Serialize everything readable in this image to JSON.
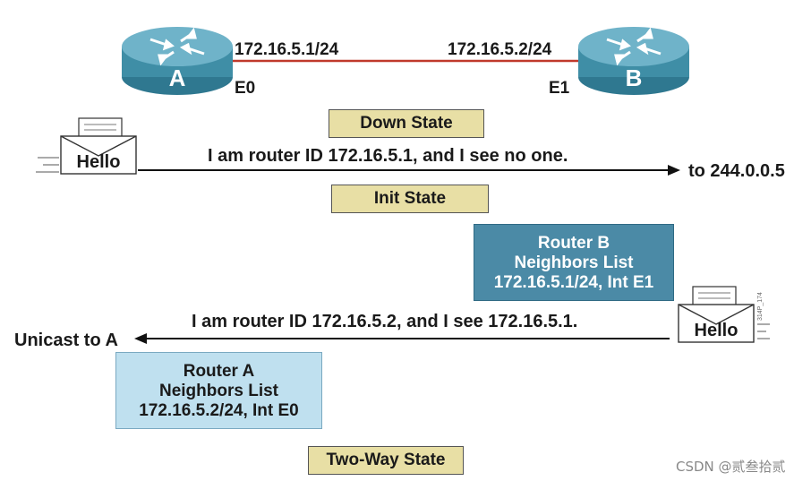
{
  "routers": {
    "a": {
      "label": "A",
      "ip": "172.16.5.1/24",
      "interface": "E0"
    },
    "b": {
      "label": "B",
      "ip": "172.16.5.2/24",
      "interface": "E1"
    }
  },
  "states": {
    "down": "Down State",
    "init": "Init State",
    "two_way": "Two-Way State"
  },
  "hello_a": {
    "envelope_label": "Hello",
    "message": "I am router ID 172.16.5.1, and I see no one.",
    "destination": "to 244.0.0.5"
  },
  "hello_b": {
    "envelope_label": "Hello",
    "message": "I am router ID 172.16.5.2, and I see 172.16.5.1.",
    "destination": "Unicast to A"
  },
  "neighbors_b": {
    "line1": "Router B",
    "line2": "Neighbors List",
    "line3": "172.16.5.1/24, Int E1"
  },
  "neighbors_a": {
    "line1": "Router A",
    "line2": "Neighbors List",
    "line3": "172.16.5.2/24, Int E0"
  },
  "figure_code": "314P_174",
  "watermark": "CSDN @贰叁拾贰",
  "colors": {
    "link": "#c0392b",
    "router_body": "#3f8ea6",
    "state_fill": "#e8dfa5",
    "neighbors_b_fill": "#4b8aa6",
    "neighbors_a_fill": "#bfe0ef"
  }
}
